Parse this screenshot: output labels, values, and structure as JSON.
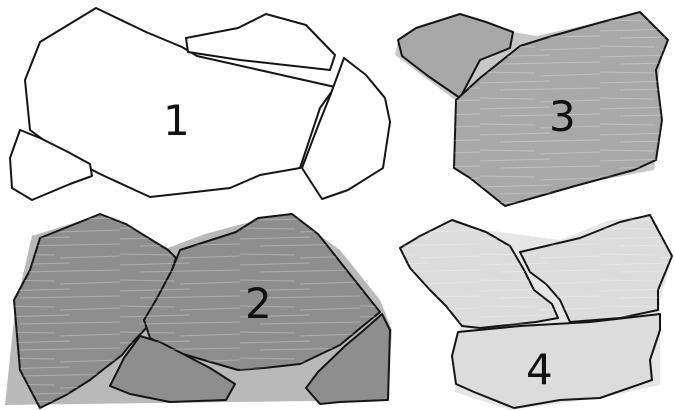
{
  "panels": [
    {
      "id": "panel-1",
      "label": "1",
      "fill": "#ffffff",
      "shadow": "none"
    },
    {
      "id": "panel-2",
      "label": "2",
      "fill": "#8e8e8e",
      "shadow": "#b9b9b9"
    },
    {
      "id": "panel-3",
      "label": "3",
      "fill": "#a8a8a8",
      "shadow": "#c8c8c8"
    },
    {
      "id": "panel-4",
      "label": "4",
      "fill": "#dcdcdc",
      "shadow": "#e6e6e6"
    }
  ]
}
